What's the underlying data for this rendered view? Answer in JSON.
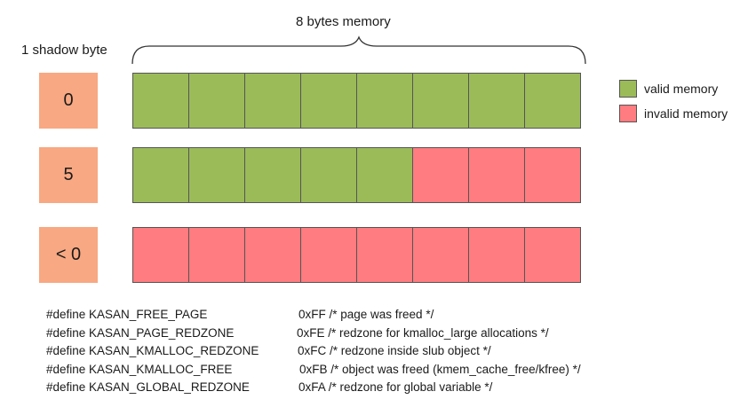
{
  "memory_label": "8 bytes memory",
  "shadow_label": "1 shadow byte",
  "colors": {
    "valid": "#9bbb59",
    "invalid": "#ff7c80",
    "shadow": "#f8a882"
  },
  "rows": [
    {
      "shadow_value": "0",
      "cells": [
        "valid",
        "valid",
        "valid",
        "valid",
        "valid",
        "valid",
        "valid",
        "valid"
      ]
    },
    {
      "shadow_value": "5",
      "cells": [
        "valid",
        "valid",
        "valid",
        "valid",
        "valid",
        "invalid",
        "invalid",
        "invalid"
      ]
    },
    {
      "shadow_value": "< 0",
      "cells": [
        "invalid",
        "invalid",
        "invalid",
        "invalid",
        "invalid",
        "invalid",
        "invalid",
        "invalid"
      ]
    }
  ],
  "legend": {
    "valid_label": "valid memory",
    "invalid_label": "invalid memory"
  },
  "defines": [
    {
      "name": "#define KASAN_FREE_PAGE",
      "value": "0xFF  /* page was freed */"
    },
    {
      "name": "#define KASAN_PAGE_REDZONE",
      "value": "0xFE  /* redzone for kmalloc_large allocations */"
    },
    {
      "name": "#define KASAN_KMALLOC_REDZONE",
      "value": "0xFC  /* redzone inside slub object */"
    },
    {
      "name": "#define KASAN_KMALLOC_FREE",
      "value": "0xFB  /* object was freed (kmem_cache_free/kfree) */"
    },
    {
      "name": "#define KASAN_GLOBAL_REDZONE",
      "value": "0xFA  /* redzone for global variable */"
    }
  ]
}
